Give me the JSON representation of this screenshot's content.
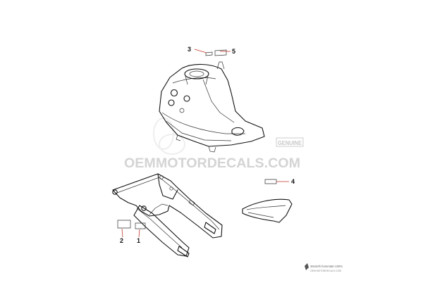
{
  "watermark": {
    "brand": "OEMMOTORDECALS.COM",
    "badge": "GENUINE"
  },
  "callouts": [
    {
      "id": "1",
      "label": "1"
    },
    {
      "id": "2",
      "label": "2"
    },
    {
      "id": "3",
      "label": "3"
    },
    {
      "id": "4",
      "label": "4"
    },
    {
      "id": "5",
      "label": "5"
    }
  ],
  "footer": {
    "line1": "36sm0h  fumentatr-100%",
    "line2": "OEM MOTORDECALS.COM"
  },
  "colors": {
    "leader": "#c0392b",
    "watermark": "#d4d4d4",
    "lines": "#111111"
  }
}
